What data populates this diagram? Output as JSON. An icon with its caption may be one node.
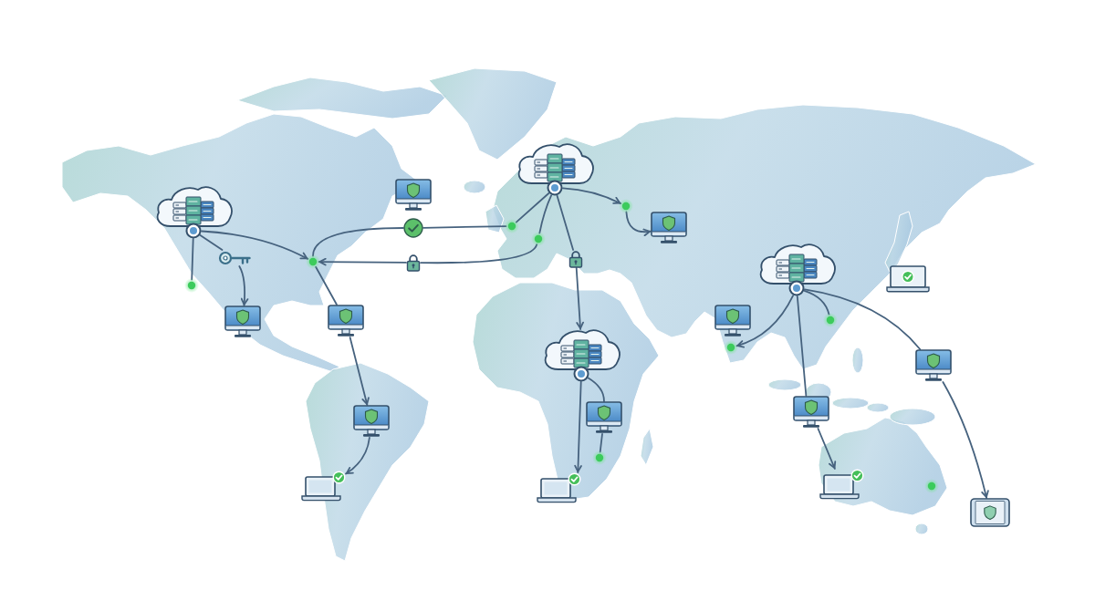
{
  "diagram": {
    "nodes": [
      {
        "text": [],
        "shape": "cloud"
      },
      {
        "text": [],
        "shape": "picture"
      },
      {
        "text": [],
        "shape": "circle"
      },
      {
        "text": [],
        "shape": "cloud"
      },
      {
        "text": [],
        "shape": "circle"
      },
      {
        "text": [],
        "shape": "picture"
      },
      {
        "text": [],
        "shape": "picture"
      },
      {
        "text": [],
        "shape": "circle"
      },
      {
        "text": [],
        "shape": "picture"
      },
      {
        "text": [],
        "shape": "circle"
      },
      {
        "text": [],
        "shape": "picture"
      },
      {
        "text": [],
        "shape": "picture"
      },
      {
        "text": [],
        "shape": "cloud"
      },
      {
        "text": [],
        "shape": "picture"
      },
      {
        "text": [],
        "shape": "circle"
      },
      {
        "text": [],
        "shape": "picture"
      },
      {
        "text": [],
        "shape": "picture"
      },
      {
        "text": [],
        "shape": "picture"
      },
      {
        "text": [],
        "shape": "circle"
      },
      {
        "text": [],
        "shape": "circle"
      },
      {
        "text": [],
        "shape": "cloud"
      },
      {
        "text": [],
        "shape": "picture"
      },
      {
        "text": [],
        "shape": "picture"
      },
      {
        "text": [],
        "shape": "picture"
      },
      {
        "text": [],
        "shape": "picture"
      },
      {
        "text": [],
        "shape": "circle"
      },
      {
        "text": [],
        "shape": "picture"
      },
      {
        "text": [],
        "shape": "picture"
      },
      {
        "text": [],
        "shape": "picture"
      },
      {
        "text": [],
        "shape": "circle"
      },
      {
        "text": [],
        "shape": "picture"
      }
    ],
    "edges": [
      {
        "from": 3,
        "to": 14,
        "arrow": "none"
      },
      {
        "from": 3,
        "to": 8,
        "arrow": "none"
      },
      {
        "from": 8,
        "to": 15,
        "arrow": "to"
      },
      {
        "from": 3,
        "to": 9,
        "arrow": "to"
      },
      {
        "from": 9,
        "to": 5,
        "arrow": "none"
      },
      {
        "from": 5,
        "to": 4,
        "arrow": "none"
      },
      {
        "from": 7,
        "to": 10,
        "arrow": "none"
      },
      {
        "from": 10,
        "to": 9,
        "arrow": "to"
      },
      {
        "from": 9,
        "to": 16,
        "arrow": "none"
      },
      {
        "from": 16,
        "to": 24,
        "arrow": "to"
      },
      {
        "from": 24,
        "to": 26,
        "arrow": "to"
      },
      {
        "from": 0,
        "to": 4,
        "arrow": "none"
      },
      {
        "from": 0,
        "to": 7,
        "arrow": "none"
      },
      {
        "from": 0,
        "to": 2,
        "arrow": "to"
      },
      {
        "from": 2,
        "to": 6,
        "arrow": "to"
      },
      {
        "from": 0,
        "to": 11,
        "arrow": "none"
      },
      {
        "from": 11,
        "to": 20,
        "arrow": "to"
      },
      {
        "from": 20,
        "to": 27,
        "arrow": "to"
      },
      {
        "from": 20,
        "to": 23,
        "arrow": "none"
      },
      {
        "from": 23,
        "to": 25,
        "arrow": "none"
      },
      {
        "from": 12,
        "to": 19,
        "arrow": "to"
      },
      {
        "from": 12,
        "to": 18,
        "arrow": "none"
      },
      {
        "from": 12,
        "to": 22,
        "arrow": "none"
      },
      {
        "from": 12,
        "to": 21,
        "arrow": "none"
      },
      {
        "from": 22,
        "to": 28,
        "arrow": "to"
      },
      {
        "from": 21,
        "to": 30,
        "arrow": "to"
      }
    ]
  }
}
